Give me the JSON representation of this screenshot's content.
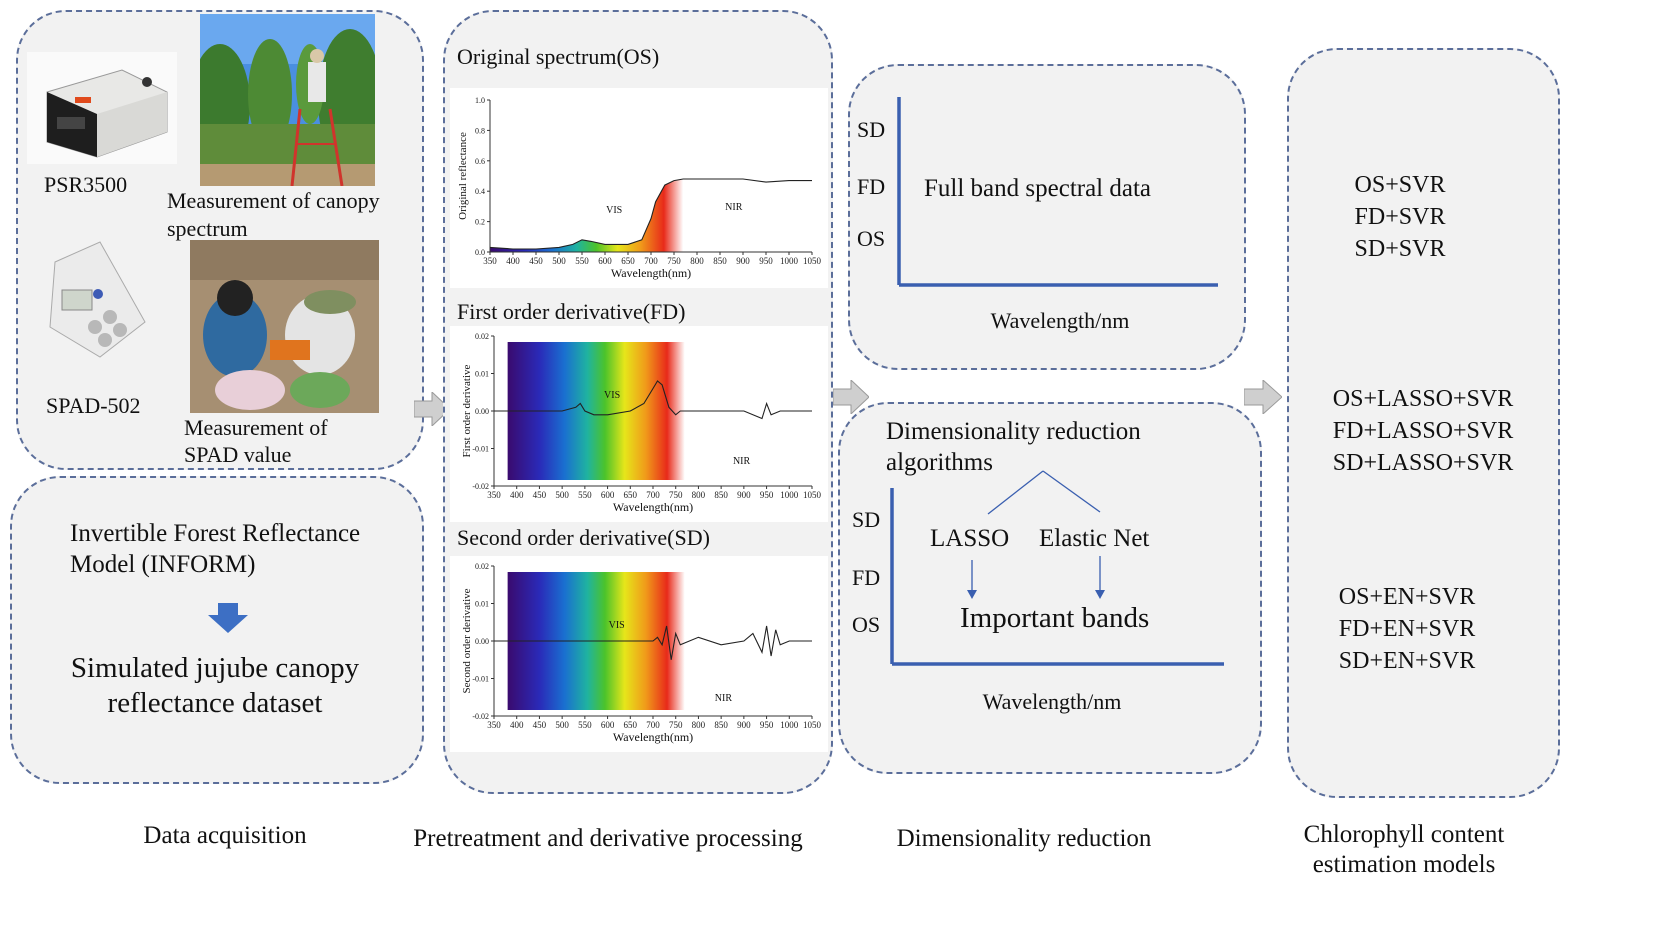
{
  "acquisition": {
    "psr_label": "PSR3500",
    "canopy_label_l1": "Measurement  of canopy",
    "canopy_label_l2": "spectrum",
    "spad_label": "SPAD-502",
    "spad_meas_l1": "Measurement  of",
    "spad_meas_l2": "SPAD value",
    "inform_l1": "Invertible  Forest Reflectance",
    "inform_l2": "Model (INFORM)",
    "sim_l1": "Simulated jujube canopy",
    "sim_l2": "reflectance dataset"
  },
  "pretreatment": {
    "os_title": "Original  spectrum(OS)",
    "fd_title": "First order derivative(FD)",
    "sd_title": "Second order derivative(SD)"
  },
  "chart_data": [
    {
      "type": "line",
      "title": "Original  spectrum(OS)",
      "xlabel": "Wavelength(nm)",
      "ylabel": "Original reflectance",
      "xlim": [
        350,
        1050
      ],
      "ylim": [
        0.0,
        1.0
      ],
      "xticks": [
        "350",
        "400",
        "450",
        "500",
        "550",
        "600",
        "650",
        "700",
        "750",
        "800",
        "850",
        "900",
        "950",
        "1000",
        "1050"
      ],
      "yticks": [
        "0.0",
        "0.2",
        "0.4",
        "0.6",
        "0.8",
        "1.0"
      ],
      "annotations": [
        "VIS",
        "NIR"
      ],
      "x": [
        350,
        400,
        450,
        500,
        530,
        550,
        570,
        600,
        650,
        680,
        700,
        710,
        730,
        750,
        770,
        800,
        850,
        900,
        950,
        1000,
        1050
      ],
      "y": [
        0.03,
        0.02,
        0.02,
        0.03,
        0.05,
        0.08,
        0.07,
        0.05,
        0.05,
        0.08,
        0.22,
        0.33,
        0.44,
        0.47,
        0.48,
        0.48,
        0.48,
        0.48,
        0.46,
        0.47,
        0.47
      ]
    },
    {
      "type": "line",
      "title": "First order derivative(FD)",
      "xlabel": "Wavelength(nm)",
      "ylabel": "First order derivative",
      "xlim": [
        350,
        1050
      ],
      "ylim": [
        -0.02,
        0.02
      ],
      "xticks": [
        "350",
        "400",
        "450",
        "500",
        "550",
        "600",
        "650",
        "700",
        "750",
        "800",
        "850",
        "900",
        "950",
        "1000",
        "1050"
      ],
      "yticks": [
        "-0.02",
        "-0.01",
        "0.00",
        "0.01",
        "0.02"
      ],
      "annotations": [
        "VIS",
        "NIR"
      ],
      "x": [
        350,
        400,
        450,
        500,
        530,
        540,
        550,
        570,
        600,
        650,
        680,
        700,
        710,
        720,
        735,
        750,
        760,
        800,
        850,
        900,
        940,
        950,
        960,
        980,
        1050
      ],
      "y": [
        0.0,
        0.0,
        0.0,
        0.0,
        0.001,
        0.002,
        0.0,
        -0.001,
        -0.001,
        0.0,
        0.002,
        0.006,
        0.008,
        0.007,
        0.001,
        -0.001,
        0.0,
        0.0,
        0.0,
        0.0,
        -0.002,
        0.002,
        -0.001,
        0.0,
        0.0
      ]
    },
    {
      "type": "line",
      "title": "Second order derivative(SD)",
      "xlabel": "Wavelength(nm)",
      "ylabel": "Second order derivative",
      "xlim": [
        350,
        1050
      ],
      "ylim": [
        -0.02,
        0.02
      ],
      "xticks": [
        "350",
        "400",
        "450",
        "500",
        "550",
        "600",
        "650",
        "700",
        "750",
        "800",
        "850",
        "900",
        "950",
        "1000",
        "1050"
      ],
      "yticks": [
        "-0.02",
        "-0.01",
        "0.00",
        "0.01",
        "0.02"
      ],
      "annotations": [
        "VIS",
        "NIR"
      ],
      "x": [
        350,
        500,
        600,
        680,
        700,
        710,
        720,
        730,
        740,
        750,
        760,
        800,
        850,
        900,
        920,
        940,
        950,
        960,
        970,
        980,
        1000,
        1050
      ],
      "y": [
        0.0,
        0.0,
        0.0,
        0.0,
        0.0,
        0.001,
        -0.001,
        0.004,
        -0.005,
        0.002,
        -0.001,
        0.001,
        -0.001,
        0.0,
        0.002,
        -0.003,
        0.004,
        -0.004,
        0.003,
        -0.001,
        0.0,
        0.0
      ]
    }
  ],
  "dimred": {
    "y_labels": [
      "SD",
      "FD",
      "OS"
    ],
    "full_band": "Full band  spectral  data",
    "wavelength": "Wavelength/nm",
    "alg_l1": "Dimensionality  reduction",
    "alg_l2": "algorithms",
    "lasso": "LASSO",
    "elastic": "Elastic Net",
    "important": "Important bands"
  },
  "models": {
    "group1": [
      "OS+SVR",
      "FD+SVR",
      "SD+SVR"
    ],
    "group2": [
      "OS+LASSO+SVR",
      "FD+LASSO+SVR",
      "SD+LASSO+SVR"
    ],
    "group3": [
      "OS+EN+SVR",
      "FD+EN+SVR",
      "SD+EN+SVR"
    ]
  },
  "captions": {
    "acquisition": "Data acquisition",
    "pretreatment": "Pretreatment  and  derivative  processing",
    "dimred": "Dimensionality  reduction",
    "models_l1": "Chlorophyll  content",
    "models_l2": "estimation models"
  },
  "colors": {
    "panel_border": "#5b6e9a",
    "panel_fill": "#f2f2f2",
    "axis_blue": "#3a5fb0",
    "arrow_blue": "#3d6fc4",
    "arrow_gray": "#c8c8c8"
  }
}
